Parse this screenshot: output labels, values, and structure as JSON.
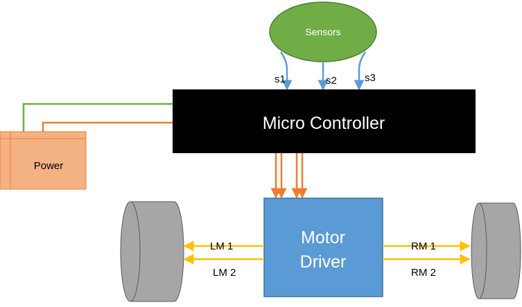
{
  "nodes": {
    "sensors": "Sensors",
    "micro_controller": "Micro Controller",
    "power": "Power",
    "motor_driver_line1": "Motor",
    "motor_driver_line2": "Driver"
  },
  "signals": {
    "s1": "s1",
    "s2": "s2",
    "s3": "s3"
  },
  "motor_lines": {
    "lm1": "LM 1",
    "lm2": "LM 2",
    "rm1": "RM 1",
    "rm2": "RM 2"
  },
  "colors": {
    "sensors_fill": "#70ad47",
    "sensors_stroke": "#507e32",
    "signal_line": "#5b9bd5",
    "controller_fill": "#000000",
    "power_fill": "#f4b183",
    "power_stroke": "#ed7d31",
    "power_line_green": "#70ad47",
    "power_line_orange": "#ed7d31",
    "control_arrows": "#ed7d31",
    "motor_driver_fill": "#5b9bd5",
    "motor_driver_stroke": "#41719c",
    "motor_arrows": "#ffc000",
    "wheel_fill": "#a6a6a6",
    "wheel_stroke": "#595959"
  }
}
